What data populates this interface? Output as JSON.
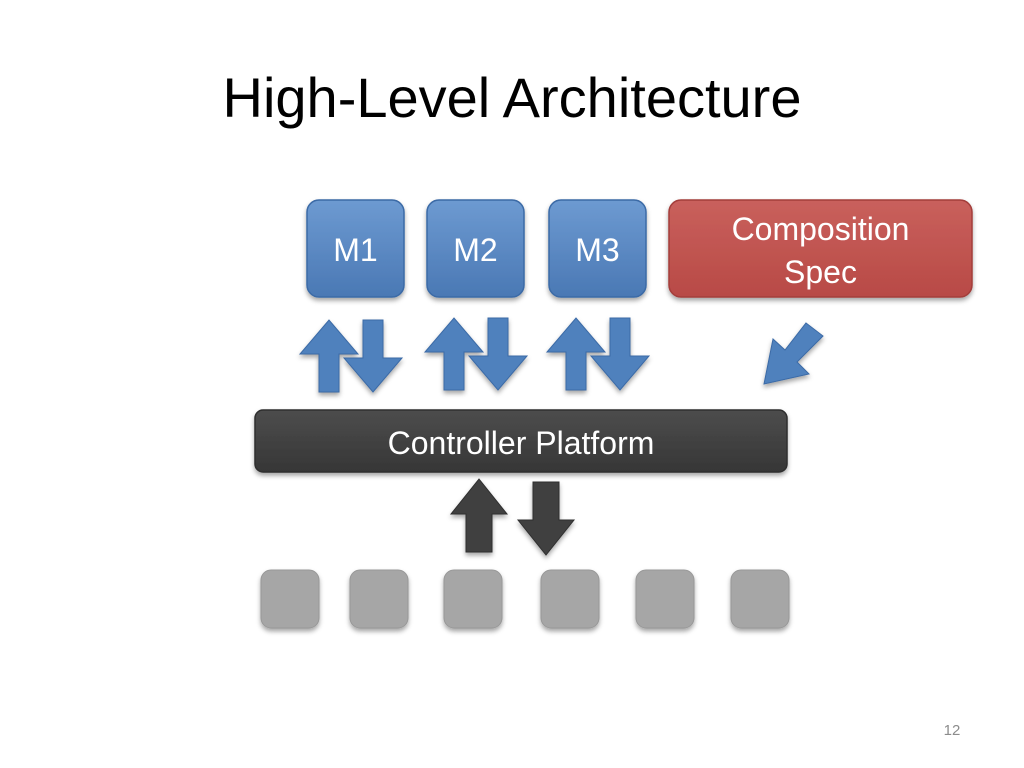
{
  "slide": {
    "title": "High-Level Architecture",
    "page_number": "12"
  },
  "modules": [
    {
      "label": "M1"
    },
    {
      "label": "M2"
    },
    {
      "label": "M3"
    }
  ],
  "composition_spec": {
    "line1": "Composition",
    "line2": "Spec"
  },
  "controller": {
    "label": "Controller Platform"
  },
  "switch_count": 6,
  "colors": {
    "module_fill": "#4f81bd",
    "spec_fill": "#c0504d",
    "controller_fill": "#404040",
    "switch_fill": "#a6a6a6",
    "arrow_blue": "#4f81bd",
    "arrow_dark": "#404040",
    "text_light": "#ffffff"
  }
}
